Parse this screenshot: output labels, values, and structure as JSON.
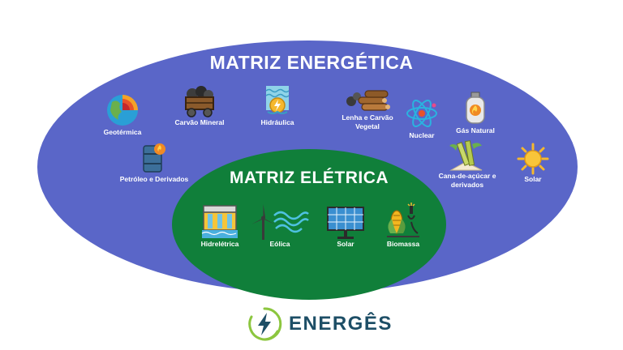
{
  "matriz_energetica": {
    "title": "MATRIZ ENERGÉTICA",
    "sources": [
      {
        "label": "Geotérmica",
        "icon": "geothermal-icon"
      },
      {
        "label": "Carvão Mineral",
        "icon": "coal-cart-icon"
      },
      {
        "label": "Hidráulica",
        "icon": "hydraulic-icon"
      },
      {
        "label": "Lenha e Carvão Vegetal",
        "icon": "firewood-icon"
      },
      {
        "label": "Nuclear",
        "icon": "atom-icon"
      },
      {
        "label": "Gás Natural",
        "icon": "gas-cylinder-icon"
      },
      {
        "label": "Petróleo e Derivados",
        "icon": "oil-barrel-icon"
      },
      {
        "label": "Cana-de-açúcar e derivados",
        "icon": "sugarcane-icon"
      },
      {
        "label": "Solar",
        "icon": "sun-icon"
      }
    ]
  },
  "matriz_eletrica": {
    "title": "MATRIZ ELÉTRICA",
    "sources": [
      {
        "label": "Hidrelétrica",
        "icon": "dam-icon"
      },
      {
        "label": "Eólica",
        "icon": "wind-turbine-icon"
      },
      {
        "label": "Solar",
        "icon": "solar-panel-icon"
      },
      {
        "label": "Biomassa",
        "icon": "biomass-icon"
      }
    ]
  },
  "brand": {
    "name": "ENERGÊS",
    "icon": "lightning-icon"
  },
  "colors": {
    "outer_oval": "#5a66c8",
    "inner_oval": "#107f3a",
    "brand_text": "#1d4e66",
    "brand_accent": "#8cc63f"
  }
}
